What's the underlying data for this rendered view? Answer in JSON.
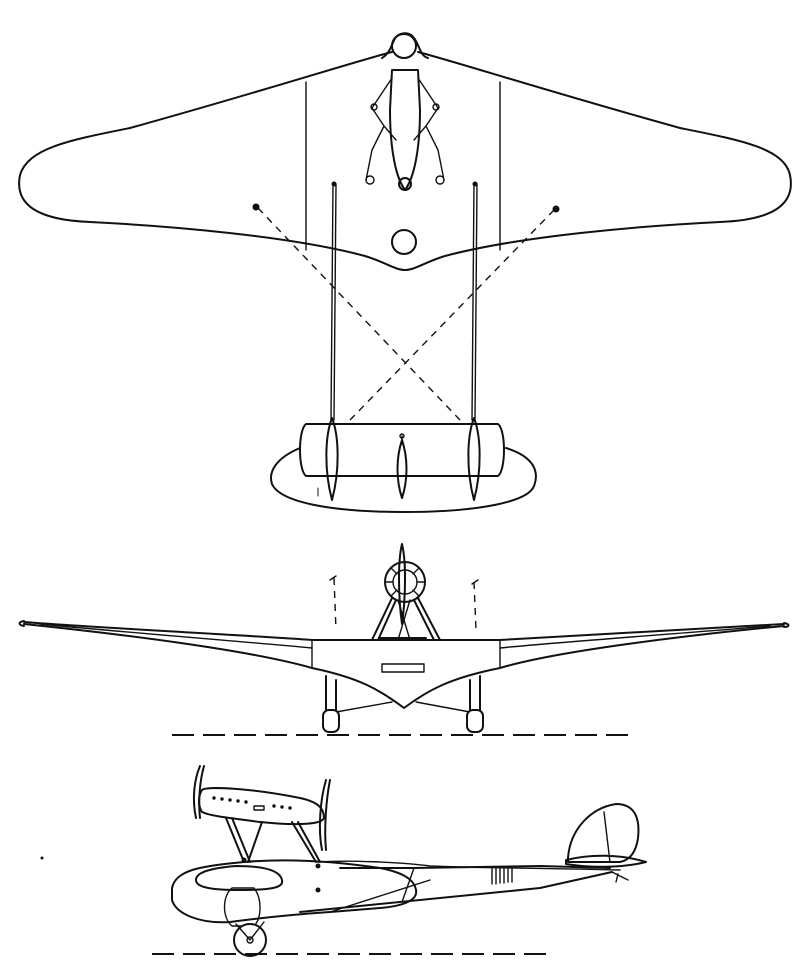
{
  "drawing": {
    "views": [
      {
        "id": "plan",
        "name": "plan-view"
      },
      {
        "id": "front",
        "name": "front-view"
      },
      {
        "id": "side",
        "name": "side-view"
      }
    ],
    "colors": {
      "ink": "#111111",
      "paper": "#ffffff"
    }
  }
}
